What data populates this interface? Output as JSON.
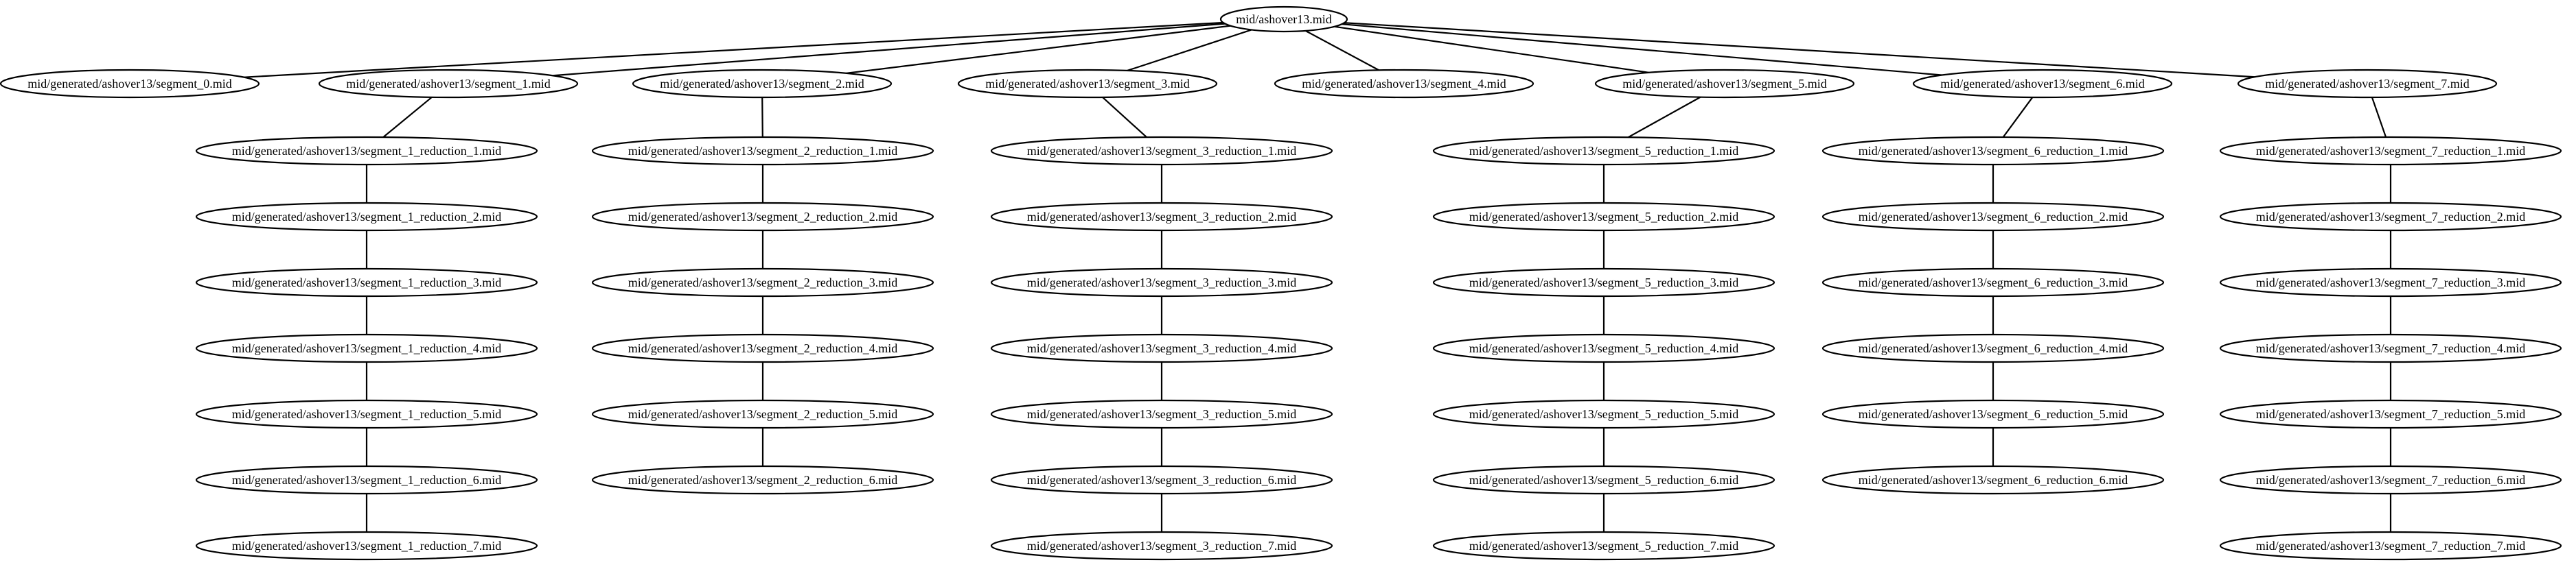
{
  "graph": {
    "root": "mid/ashover13.mid",
    "branches": [
      {
        "segment": "mid/generated/ashover13/segment_0.mid",
        "reductions": []
      },
      {
        "segment": "mid/generated/ashover13/segment_1.mid",
        "reductions": [
          "mid/generated/ashover13/segment_1_reduction_1.mid",
          "mid/generated/ashover13/segment_1_reduction_2.mid",
          "mid/generated/ashover13/segment_1_reduction_3.mid",
          "mid/generated/ashover13/segment_1_reduction_4.mid",
          "mid/generated/ashover13/segment_1_reduction_5.mid",
          "mid/generated/ashover13/segment_1_reduction_6.mid",
          "mid/generated/ashover13/segment_1_reduction_7.mid"
        ]
      },
      {
        "segment": "mid/generated/ashover13/segment_2.mid",
        "reductions": [
          "mid/generated/ashover13/segment_2_reduction_1.mid",
          "mid/generated/ashover13/segment_2_reduction_2.mid",
          "mid/generated/ashover13/segment_2_reduction_3.mid",
          "mid/generated/ashover13/segment_2_reduction_4.mid",
          "mid/generated/ashover13/segment_2_reduction_5.mid",
          "mid/generated/ashover13/segment_2_reduction_6.mid"
        ]
      },
      {
        "segment": "mid/generated/ashover13/segment_3.mid",
        "reductions": [
          "mid/generated/ashover13/segment_3_reduction_1.mid",
          "mid/generated/ashover13/segment_3_reduction_2.mid",
          "mid/generated/ashover13/segment_3_reduction_3.mid",
          "mid/generated/ashover13/segment_3_reduction_4.mid",
          "mid/generated/ashover13/segment_3_reduction_5.mid",
          "mid/generated/ashover13/segment_3_reduction_6.mid",
          "mid/generated/ashover13/segment_3_reduction_7.mid"
        ]
      },
      {
        "segment": "mid/generated/ashover13/segment_4.mid",
        "reductions": []
      },
      {
        "segment": "mid/generated/ashover13/segment_5.mid",
        "reductions": [
          "mid/generated/ashover13/segment_5_reduction_1.mid",
          "mid/generated/ashover13/segment_5_reduction_2.mid",
          "mid/generated/ashover13/segment_5_reduction_3.mid",
          "mid/generated/ashover13/segment_5_reduction_4.mid",
          "mid/generated/ashover13/segment_5_reduction_5.mid",
          "mid/generated/ashover13/segment_5_reduction_6.mid",
          "mid/generated/ashover13/segment_5_reduction_7.mid"
        ]
      },
      {
        "segment": "mid/generated/ashover13/segment_6.mid",
        "reductions": [
          "mid/generated/ashover13/segment_6_reduction_1.mid",
          "mid/generated/ashover13/segment_6_reduction_2.mid",
          "mid/generated/ashover13/segment_6_reduction_3.mid",
          "mid/generated/ashover13/segment_6_reduction_4.mid",
          "mid/generated/ashover13/segment_6_reduction_5.mid",
          "mid/generated/ashover13/segment_6_reduction_6.mid"
        ]
      },
      {
        "segment": "mid/generated/ashover13/segment_7.mid",
        "reductions": [
          "mid/generated/ashover13/segment_7_reduction_1.mid",
          "mid/generated/ashover13/segment_7_reduction_2.mid",
          "mid/generated/ashover13/segment_7_reduction_3.mid",
          "mid/generated/ashover13/segment_7_reduction_4.mid",
          "mid/generated/ashover13/segment_7_reduction_5.mid",
          "mid/generated/ashover13/segment_7_reduction_6.mid",
          "mid/generated/ashover13/segment_7_reduction_7.mid"
        ]
      }
    ]
  }
}
